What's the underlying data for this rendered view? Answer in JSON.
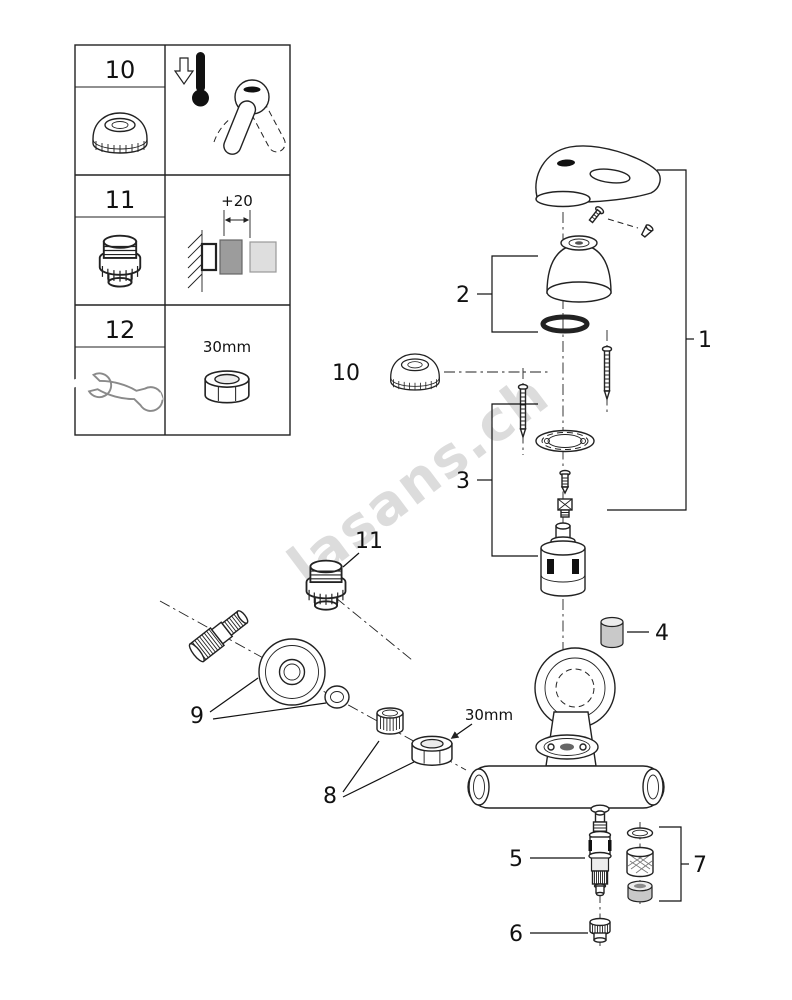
{
  "watermark": "lasans.ch",
  "legend": {
    "rows": [
      {
        "number": "10",
        "left_icon": "knurled-cap-icon",
        "right_icon": "temperature-lever-icon"
      },
      {
        "number": "11",
        "left_icon": "union-fitting-icon",
        "right_icon": "wall-depth-icon",
        "dimension_label": "+20"
      },
      {
        "number": "12",
        "left_icon": "wrench-icon",
        "right_icon": "hex-nut-icon",
        "size_label": "30mm"
      }
    ]
  },
  "diagram": {
    "callouts": {
      "c1": "1",
      "c2": "2",
      "c3": "3",
      "c4": "4",
      "c5": "5",
      "c6": "6",
      "c7": "7",
      "c8": "8",
      "c9": "9",
      "c10": "10",
      "c11": "11"
    },
    "nut_size_label": "30mm"
  },
  "colors": {
    "line": "#222222",
    "text": "#111111",
    "watermark": "#d4d4d4",
    "metal_gray": "#c9c9c9",
    "dark_fill": "#111111"
  }
}
